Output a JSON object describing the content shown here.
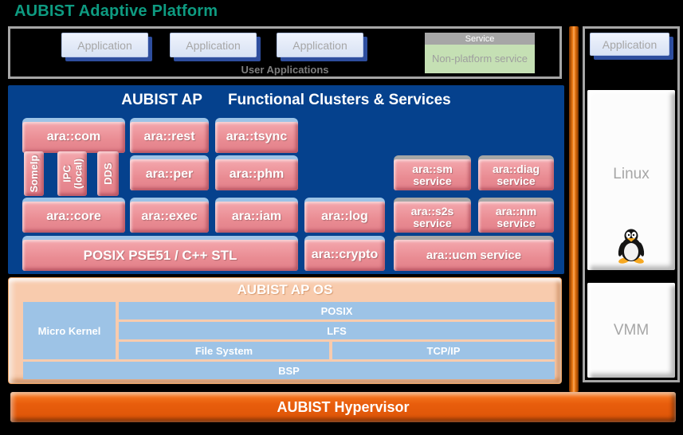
{
  "title": "AUBIST Adaptive Platform",
  "user_applications": {
    "applications": [
      "Application",
      "Application",
      "Application"
    ],
    "service_label": "Service",
    "non_platform_service": "Non-platform service",
    "caption": "User Applications"
  },
  "functional_clusters": {
    "title_left": "AUBIST AP",
    "title_right": "Functional Clusters & Services",
    "boxes": {
      "com": "ara::com",
      "rest": "ara::rest",
      "tsync": "ara::tsync",
      "somelp": "SomeIp",
      "ipc": "IPC\n(local)",
      "dds": "DDS",
      "per": "ara::per",
      "phm": "ara::phm",
      "core": "ara::core",
      "exec": "ara::exec",
      "iam": "ara::iam",
      "log": "ara::log",
      "posix_stl": "POSIX PSE51 / C++ STL",
      "crypto": "ara::crypto",
      "sm": "ara::sm service",
      "diag": "ara::diag service",
      "s2s": "ara::s2s service",
      "nm": "ara::nm service",
      "ucm": "ara::ucm service"
    }
  },
  "os": {
    "title": "AUBIST AP OS",
    "micro_kernel": "Micro Kernel",
    "posix": "POSIX",
    "lfs": "LFS",
    "file_system": "File System",
    "tcp_ip": "TCP/IP",
    "bsp": "BSP"
  },
  "right_panel": {
    "application": "Application",
    "linux": "Linux",
    "vmm": "VMM"
  },
  "hypervisor": {
    "label": "AUBIST Hypervisor"
  },
  "colors": {
    "accent_teal": "#0E9B81",
    "deep_blue": "#05418D",
    "pink_block": "#E98B92",
    "light_blue": "#9DC3E6",
    "peach": "#F8CBAD",
    "orange": "#E85D0C",
    "gray": "#A6A6A6",
    "green": "#C5E0B4"
  }
}
